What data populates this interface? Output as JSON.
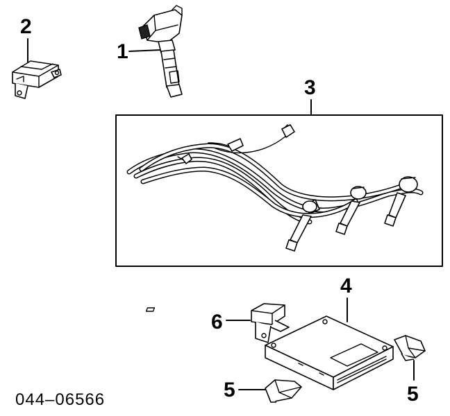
{
  "diagram": {
    "callouts": {
      "c1": "1",
      "c2": "2",
      "c3": "3",
      "c4": "4",
      "c5a": "5",
      "c5b": "5",
      "c6": "6"
    },
    "part_number": "044–06566"
  }
}
